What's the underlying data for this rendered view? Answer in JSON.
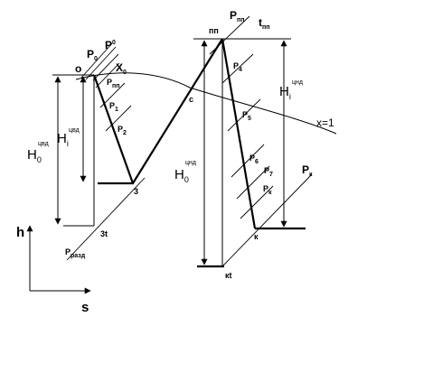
{
  "axes": {
    "h_label": "h",
    "s_label": "s"
  },
  "points": {
    "o": "o",
    "three": "3",
    "three_t": "3t",
    "c": "c",
    "pp": "пп",
    "k": "к",
    "kt": "кt",
    "x0": "X",
    "x0_sub": "0",
    "x1": "x=1"
  },
  "pressures": {
    "p0": "P",
    "p0_sub": "0",
    "p0p": "P",
    "p0p_sub": "0",
    "p_pp_left": "P",
    "p_pp_left_sub": "пп",
    "p1": "P",
    "p1_sub": "1",
    "p2": "P",
    "p2_sub": "2",
    "p_razd": "P",
    "p_razd_sub": "разд",
    "p_pp_top": "P",
    "p_pp_top_sub": "пп",
    "t_pp": "t",
    "t_pp_sub": "пп",
    "p4": "P",
    "p4_sub": "4",
    "p5": "P",
    "p5_sub": "5",
    "p6": "P",
    "p6_sub": "6",
    "p7": "P",
    "p7_sub": "7",
    "pk_prime": "P",
    "pk_prime_sub": "к",
    "pk": "P",
    "pk_sub": "к"
  },
  "heads": {
    "h0_cvd": "H",
    "h0_cvd_sub": "0",
    "h0_cvd_sup": "цвд",
    "hi_cvd": "H",
    "hi_cvd_sub": "i",
    "hi_cvd_sup": "цвд",
    "h0_cnd": "H",
    "h0_cnd_sub": "0",
    "h0_cnd_sup": "цнд",
    "hi_cnd": "H",
    "hi_cnd_sub": "i",
    "hi_cnd_sup": "цнд"
  }
}
